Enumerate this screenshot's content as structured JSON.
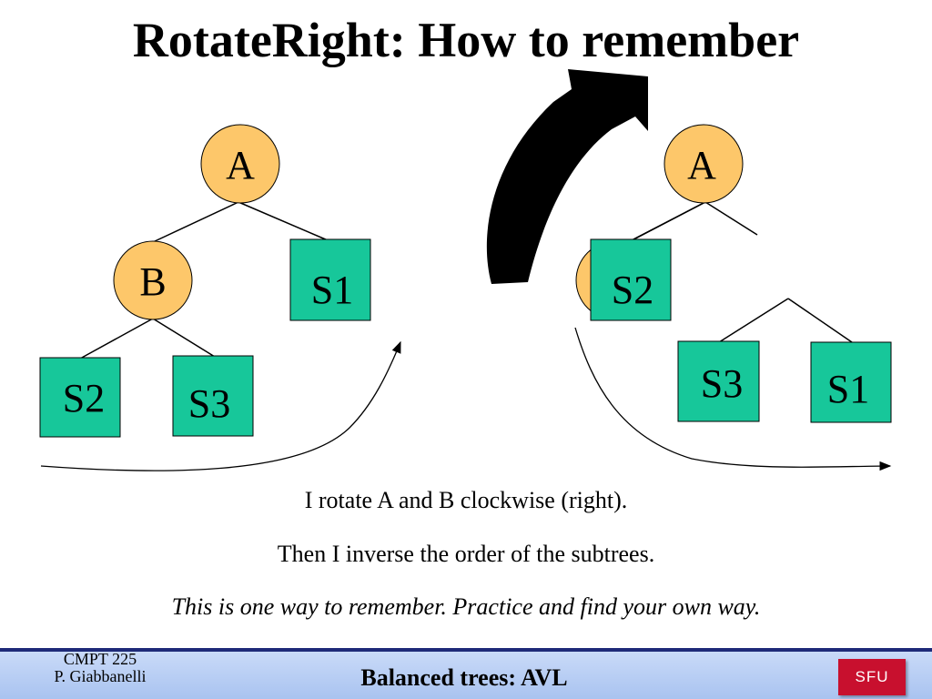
{
  "slide": {
    "title": "RotateRight: How to remember",
    "captions": [
      "I rotate A and B clockwise (right).",
      "Then I inverse the order of the subtrees.",
      "This is one way to remember. Practice and find your own way."
    ]
  },
  "colors": {
    "circle_node": "#fdc76a",
    "square_node": "#17c79a",
    "arrow": "#000000"
  },
  "diagram": {
    "left_tree": {
      "root": "A",
      "child": "B",
      "subtrees": [
        "S1",
        "S2",
        "S3"
      ]
    },
    "right_tree": {
      "root": "A",
      "hidden_child": "B",
      "subtrees": [
        "S2",
        "S3",
        "S1"
      ]
    },
    "rotation_arrow_icon": "clockwise-curved-arrow"
  },
  "footer": {
    "course_line1": "CMPT 225",
    "course_line2": "P. Giabbanelli",
    "subject": "Balanced trees: AVL",
    "logo_text": "SFU"
  }
}
